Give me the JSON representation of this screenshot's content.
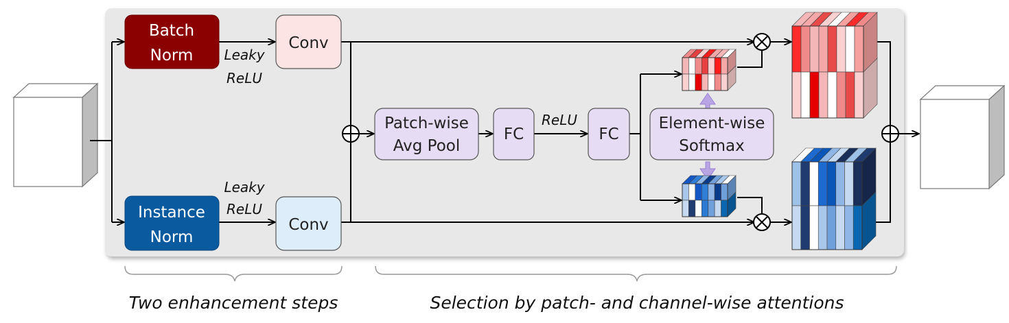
{
  "blocks": {
    "batch_norm": {
      "line1": "Batch",
      "line2": "Norm"
    },
    "instance_norm": {
      "line1": "Instance",
      "line2": "Norm"
    },
    "conv_top": "Conv",
    "conv_bottom": "Conv",
    "patch_pool": {
      "line1": "Patch-wise",
      "line2": "Avg Pool"
    },
    "fc1": "FC",
    "fc2": "FC",
    "softmax": {
      "line1": "Element-wise",
      "line2": "Softmax"
    }
  },
  "activations": {
    "leaky_top": {
      "line1": "Leaky",
      "line2": "ReLU"
    },
    "leaky_bottom": {
      "line1": "Leaky",
      "line2": "ReLU"
    },
    "relu": "ReLU"
  },
  "captions": {
    "left": "Two enhancement steps",
    "right": "Selection by patch- and channel-wise attentions"
  },
  "colors": {
    "batch_norm": "#8b0000",
    "instance_norm": "#0a5aa0",
    "conv_top": "#fde4e4",
    "conv_bottom": "#ddeefa",
    "attention_block": "#e6dcf4",
    "panel": "#e8e8e8",
    "arrow_purple": "#b9a4e4"
  },
  "cube_colors": {
    "red_small_top": [
      "#f4b6b6",
      "#ffffff",
      "#f08a8a",
      "#e84040",
      "#fbd0d0",
      "#ff1a1a",
      "#f6a8a8"
    ],
    "red_small_bottom": [
      "#fbd0d0",
      "#ffffff",
      "#e60000",
      "#f4b6b6",
      "#ffffff",
      "#f08a8a",
      "#fbd0d0"
    ],
    "red_big_top": [
      "#ff2a2a",
      "#f08a8a",
      "#f4b6b6",
      "#f6a8a8",
      "#e84a4a",
      "#fbd0d0",
      "#ffffff",
      "#f6a0a0"
    ],
    "red_big_bottom": [
      "#fbd0d0",
      "#ffffff",
      "#e60000",
      "#f4b6b6",
      "#ffffff",
      "#f08a8a",
      "#e84a4a",
      "#fbd0d0"
    ],
    "blue_small_top": [
      "#a9c7ea",
      "#ffffff",
      "#1458c8",
      "#2f7fd8",
      "#8fb6e6",
      "#0a3a8a",
      "#6fa0dc"
    ],
    "blue_small_bottom": [
      "#c5d9f1",
      "#1f3b70",
      "#ffffff",
      "#2b7ad4",
      "#6fa0dc",
      "#c5d9f1",
      "#0a66b0"
    ],
    "blue_big_top": [
      "#9ec1e8",
      "#1f3b70",
      "#ffffff",
      "#1d6ad0",
      "#0a56b8",
      "#8fb6e6",
      "#c5d9f1",
      "#1a2e5a"
    ],
    "blue_big_bottom": [
      "#c5d9f1",
      "#1f3b70",
      "#ffffff",
      "#a9c7ea",
      "#6fa0dc",
      "#c5d9f1",
      "#8fb6e6",
      "#0a66b0"
    ]
  }
}
